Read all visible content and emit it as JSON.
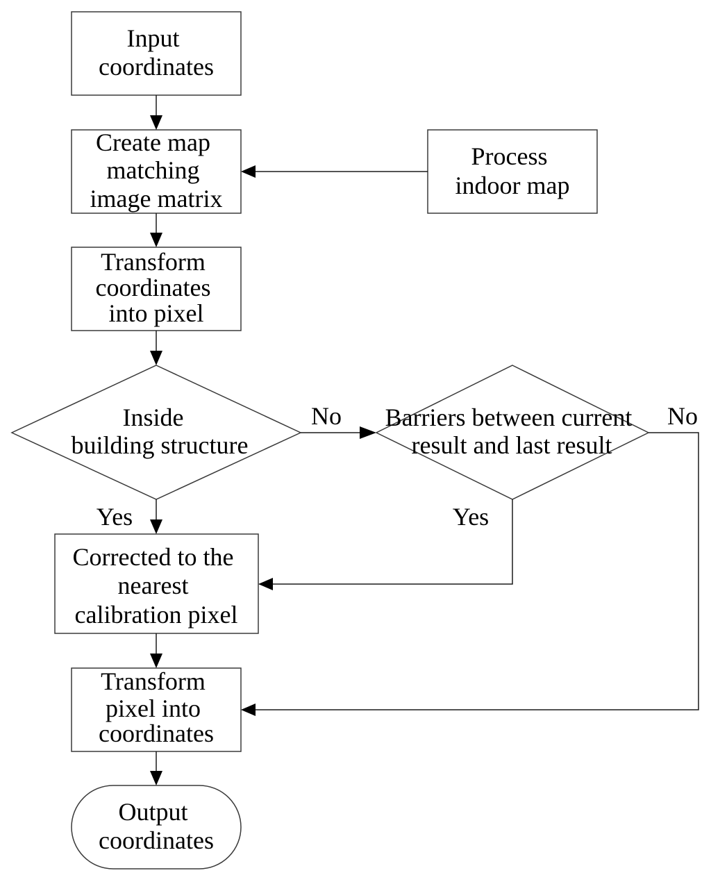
{
  "nodes": {
    "input": {
      "lines": [
        "Input",
        "coordinates"
      ]
    },
    "create_map": {
      "lines": [
        "Create map",
        "matching",
        "image matrix"
      ]
    },
    "process_map": {
      "lines": [
        "Process",
        "indoor map"
      ]
    },
    "transform_to_pixel": {
      "lines": [
        "Transform",
        "coordinates",
        "into pixel"
      ]
    },
    "inside_building": {
      "lines": [
        "Inside",
        "building structure"
      ]
    },
    "barriers": {
      "lines": [
        "Barriers between current",
        "result and last result"
      ]
    },
    "corrected": {
      "lines": [
        "Corrected to the",
        "nearest",
        "calibration pixel"
      ]
    },
    "transform_to_coords": {
      "lines": [
        "Transform",
        "pixel into",
        "coordinates"
      ]
    },
    "output": {
      "lines": [
        "Output",
        "coordinates"
      ]
    }
  },
  "labels": {
    "inside_no": "No",
    "inside_yes": "Yes",
    "barriers_no": "No",
    "barriers_yes": "Yes"
  }
}
